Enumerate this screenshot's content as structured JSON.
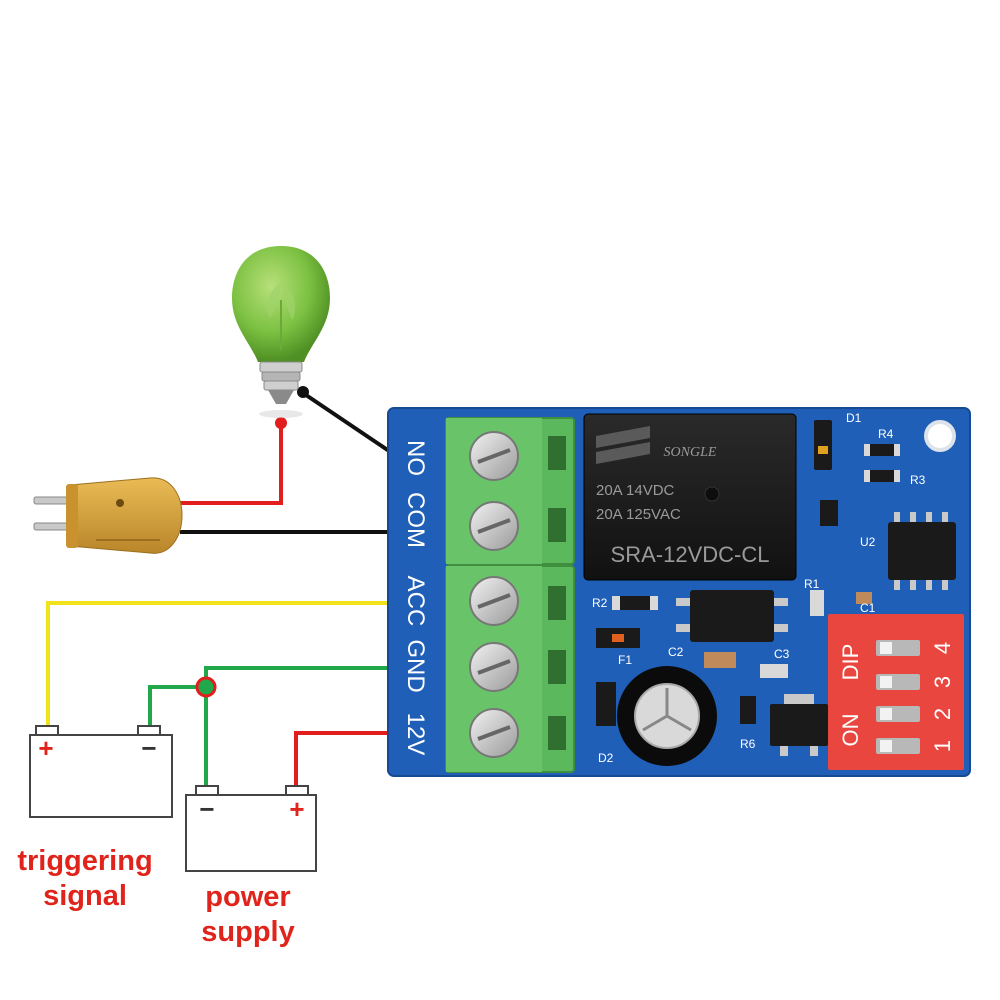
{
  "captions": {
    "triggering_signal": [
      "triggering",
      "signal"
    ],
    "power_supply": [
      "power",
      "supply"
    ]
  },
  "terminals": [
    "NO",
    "COM",
    "ACC",
    "GND",
    "12V"
  ],
  "relay": {
    "brand": "SONGLE",
    "rating_1": "20A 14VDC",
    "rating_2": "20A 125VAC",
    "model": "SRA-12VDC-CL"
  },
  "pcb_labels": {
    "d1": "D1",
    "r4": "R4",
    "r3": "R3",
    "u2": "U2",
    "r1": "R1",
    "c1": "C1",
    "r2": "R2",
    "f1": "F1",
    "c2": "C2",
    "c3": "C3",
    "d2": "D2",
    "r6": "R6"
  },
  "dip_switch": {
    "label_top": "DIP",
    "label_on": "ON",
    "numbers": [
      "4",
      "3",
      "2",
      "1"
    ]
  },
  "battery_symbols": {
    "plus": "+",
    "minus": "−"
  },
  "colors": {
    "pcb_blue": "#1f5fb8",
    "terminal_green": "#5cb85c",
    "dip_red": "#e8463e",
    "relay_black": "#1a1a1a",
    "caption_red": "#e0241b",
    "wire_red": "#e11d1d",
    "wire_black": "#111111",
    "wire_yellow": "#f2e21a",
    "wire_green": "#20a84a",
    "bulb_green": "#7cc142",
    "plug_yellow": "#d8a43a"
  },
  "icons": {
    "bulb": "light-bulb-icon",
    "plug": "power-plug-icon",
    "battery": "battery-icon"
  }
}
